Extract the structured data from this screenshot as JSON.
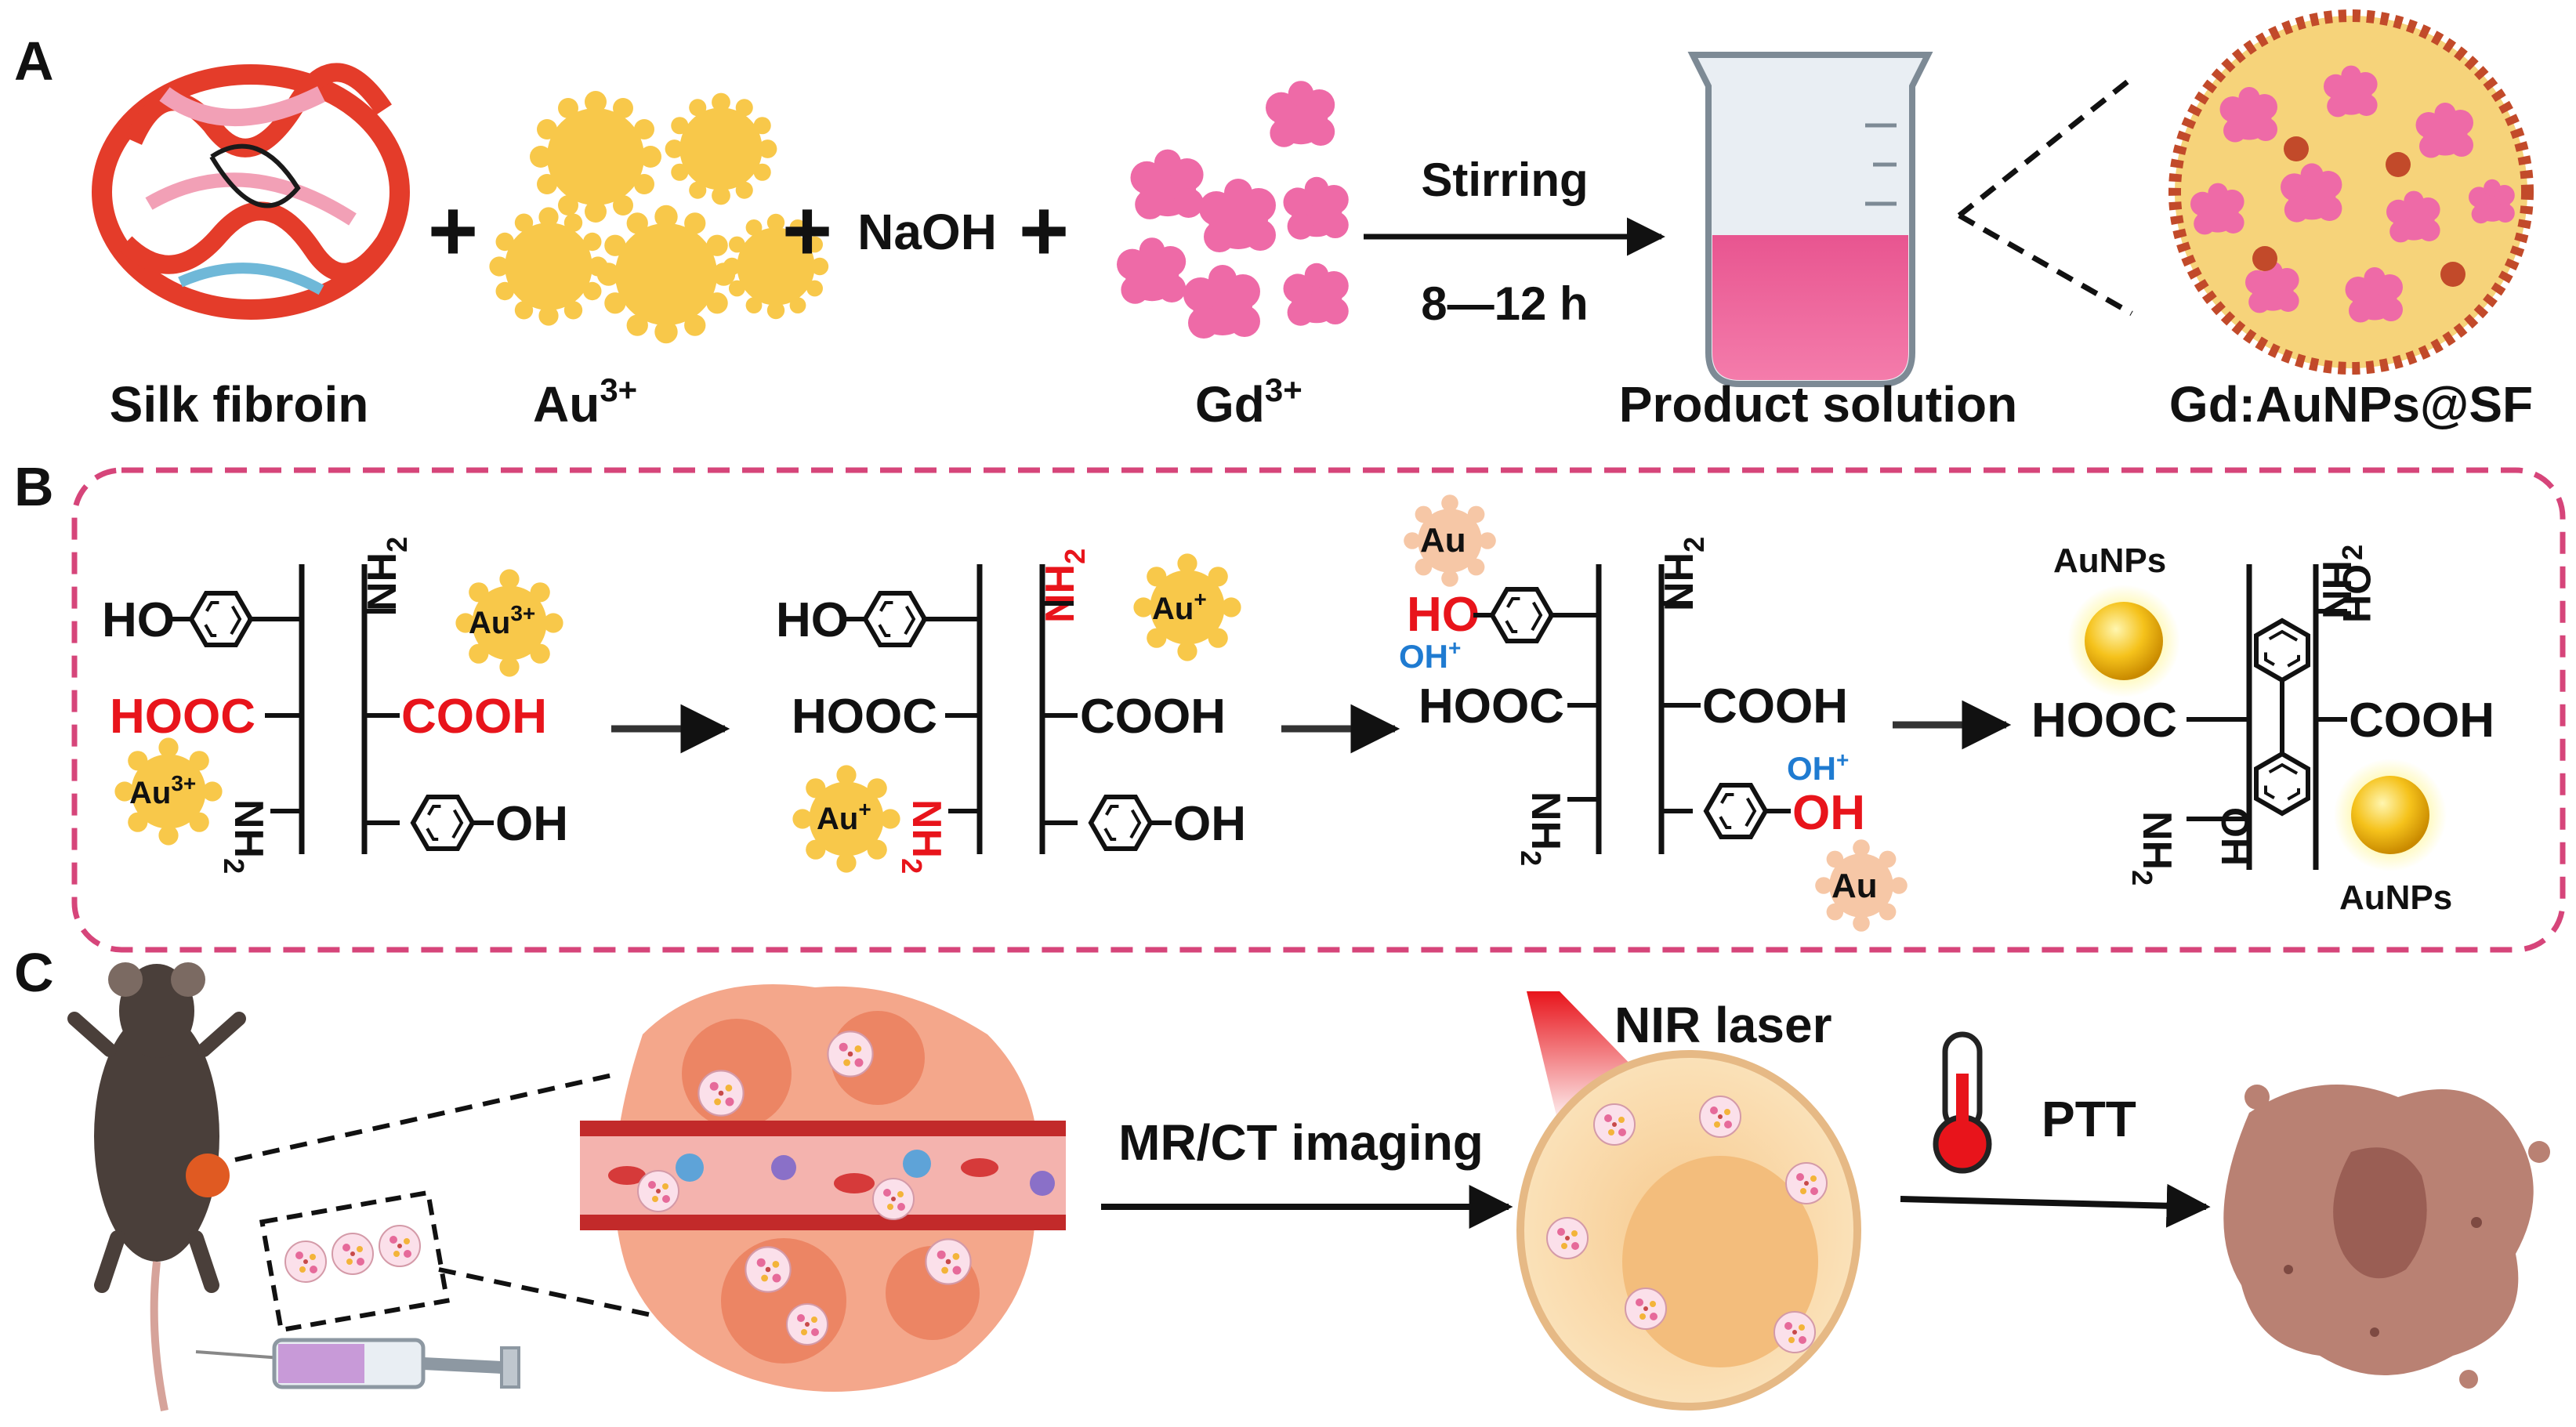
{
  "panels": {
    "a": {
      "letter": "A",
      "plus": "+",
      "naoh": "NaOH",
      "silk_label": "Silk fibroin",
      "au_label": "Au",
      "au_sup": "3+",
      "gd_label": "Gd",
      "gd_sup": "3+",
      "stirring": "Stirring",
      "time": "8—12 h",
      "product_label": "Product solution",
      "gdau_label": "Gd:AuNPs@SF"
    },
    "b": {
      "letter": "B",
      "ho": "HO",
      "oh": "OH",
      "hooc": "HOOC",
      "cooh": "COOH",
      "nh": "NH",
      "sub2": "2",
      "au": "Au",
      "au3": "3+",
      "au1": "+",
      "ohplus": "OH",
      "ohplus_sup": "+",
      "aunps": "AuNPs"
    },
    "c": {
      "letter": "C",
      "mr_ct": "MR/CT imaging",
      "nir": "NIR laser",
      "ptt": "PTT"
    }
  },
  "colors": {
    "red_highlight": "#e8141b",
    "blue_highlight": "#1f7bd1",
    "dashed_frame": "#d6457a",
    "gold": "#f8c84a",
    "pink": "#ee6aa7"
  }
}
